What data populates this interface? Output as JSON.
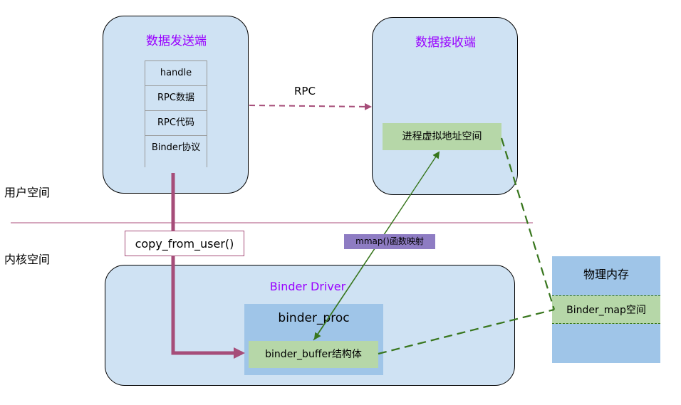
{
  "sender": {
    "title": "数据发送端",
    "rows": [
      "handle",
      "RPC数据",
      "RPC代码",
      "Binder协议"
    ]
  },
  "receiver": {
    "title": "数据接收端",
    "address_space": "进程虚拟地址空间"
  },
  "rpc_label": "RPC",
  "user_space_label": "用户空间",
  "kernel_space_label": "内核空间",
  "copy_label": "copy_from_user()",
  "mmap_label": "mmap()函数映射",
  "driver": {
    "title": "Binder Driver",
    "proc_title": "binder_proc",
    "buffer_label": "binder_buffer结构体"
  },
  "physical": {
    "title": "物理内存",
    "map_label": "Binder_map空间"
  },
  "colors": {
    "box_fill": "#cfe2f3",
    "proc_fill": "#9fc5e8",
    "green_fill": "#b6d7a8",
    "title_purple": "#9900ff",
    "arrow_maroon": "#a64d79",
    "dashed_green": "#38761d",
    "mmap_fill": "#8e7cc3",
    "divider": "#d5a6bd"
  }
}
